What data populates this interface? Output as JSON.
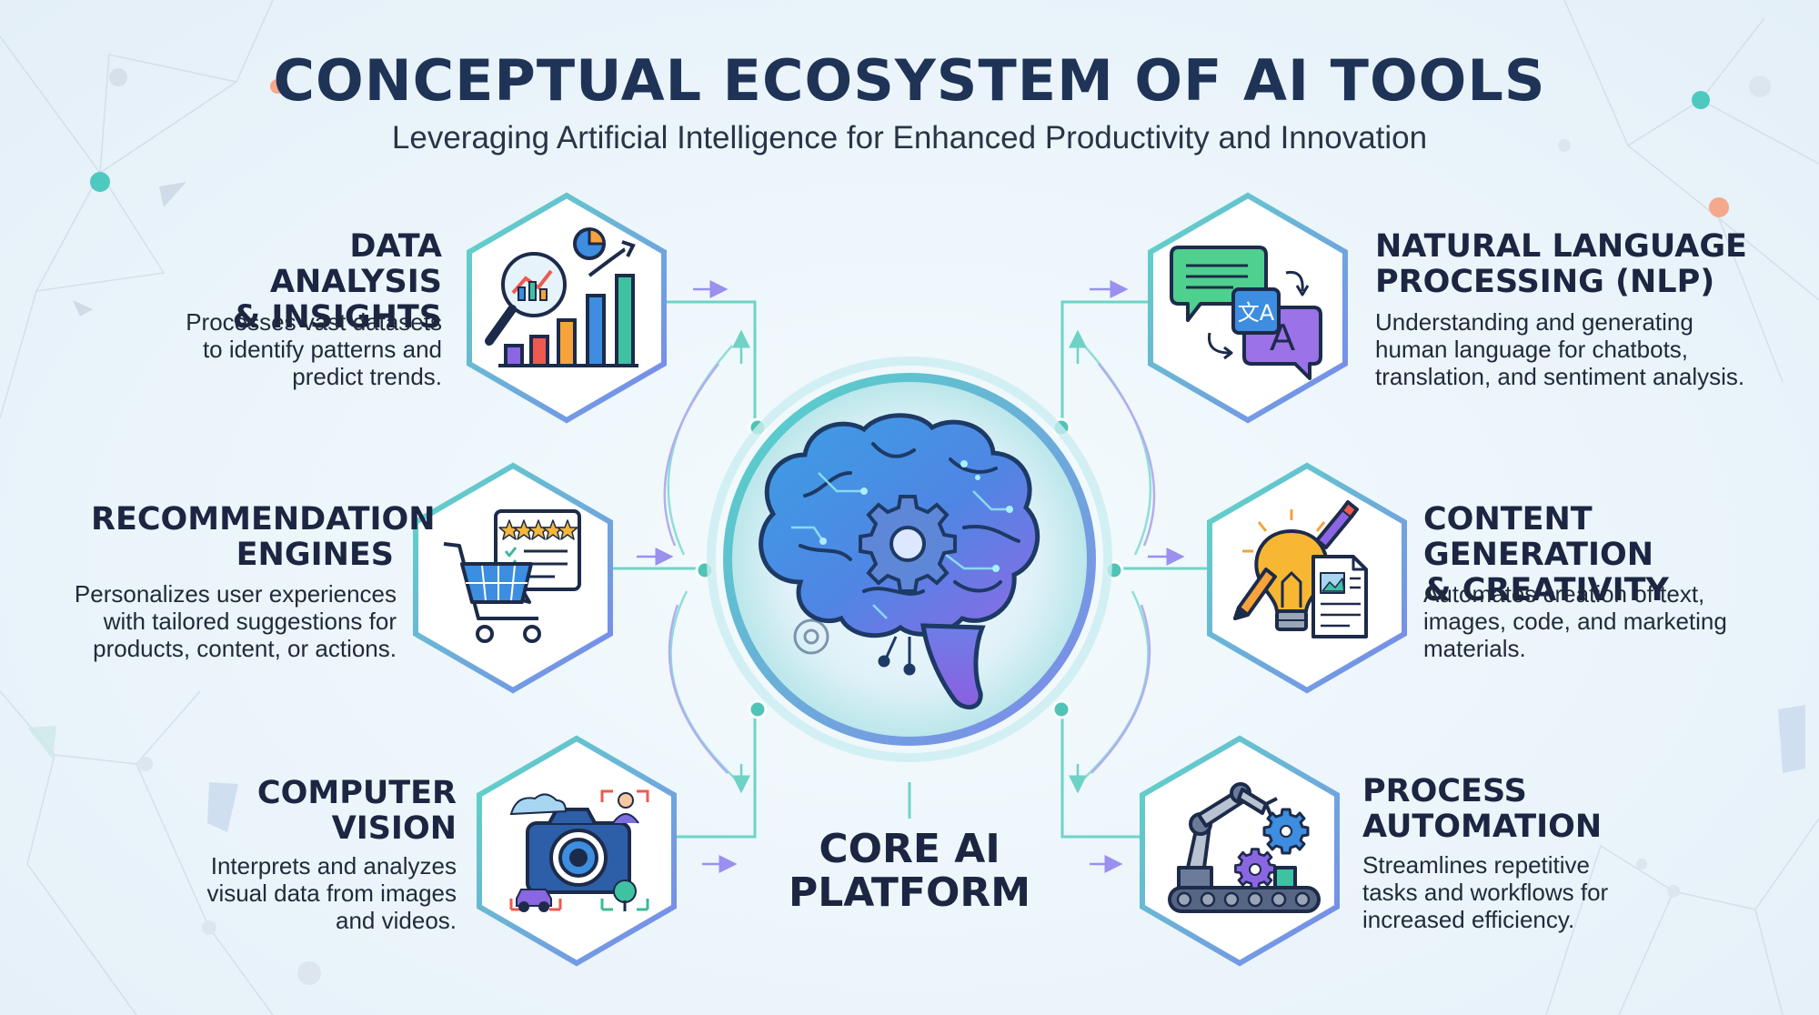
{
  "title": "CONCEPTUAL ECOSYSTEM OF AI TOOLS",
  "subtitle": "Leveraging Artificial Intelligence for Enhanced Productivity and Innovation",
  "core": {
    "line1": "CORE AI",
    "line2": "PLATFORM"
  },
  "tools": [
    {
      "title1": "DATA ANALYSIS",
      "title2": "& INSIGHTS",
      "desc": [
        "Processes vast datasets",
        "to identify patterns and",
        "predict trends."
      ],
      "icon": "data-analysis-icon"
    },
    {
      "title1": "RECOMMENDATION",
      "title2": "ENGINES",
      "desc": [
        "Personalizes user experiences",
        "with tailored suggestions for",
        "products, content, or actions."
      ],
      "icon": "shopping-cart-icon"
    },
    {
      "title1": "COMPUTER",
      "title2": "VISION",
      "desc": [
        "Interprets and analyzes",
        "visual data from images",
        "and videos."
      ],
      "icon": "camera-icon"
    },
    {
      "title1": "NATURAL LANGUAGE",
      "title2": "PROCESSING (NLP)",
      "desc": [
        "Understanding and generating",
        "human language for chatbots,",
        "translation, and sentiment analysis."
      ],
      "icon": "chat-translate-icon"
    },
    {
      "title1": "CONTENT GENERATION",
      "title2": "& CREATIVITY",
      "desc": [
        "Automates creation of text,",
        "images, code, and marketing",
        "materials."
      ],
      "icon": "lightbulb-document-icon"
    },
    {
      "title1": "PROCESS",
      "title2": "AUTOMATION",
      "desc": [
        "Streamlines repetitive",
        "tasks and workflows for",
        "increased efficiency."
      ],
      "icon": "robot-arm-icon"
    }
  ],
  "colors": {
    "title": "#1e3356",
    "teal": "#4ec9c0",
    "purple": "#8a7ff0",
    "hex_border_start": "#5cd6c6",
    "hex_border_end": "#7b8ff0",
    "brain_blue": "#3e8fe0",
    "brain_purple": "#8b6fe8"
  }
}
